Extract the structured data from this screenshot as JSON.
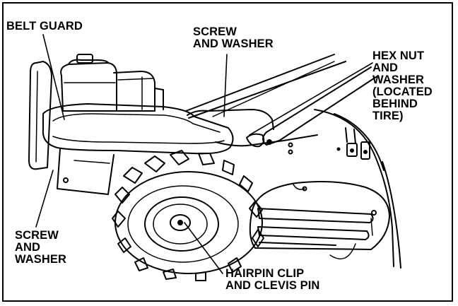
{
  "labels": {
    "belt_guard": [
      "BELT GUARD"
    ],
    "screw_washer_top": [
      "SCREW",
      "AND WASHER"
    ],
    "hex_nut": [
      "HEX NUT",
      "AND",
      "WASHER",
      "(LOCATED",
      "BEHIND",
      "TIRE)"
    ],
    "screw_washer_left": [
      "SCREW",
      "AND",
      "WASHER"
    ],
    "hairpin": [
      "HAIRPIN CLIP",
      "AND CLEVIS PIN"
    ]
  },
  "colors": {
    "ink": "#000000",
    "paper": "#ffffff"
  }
}
